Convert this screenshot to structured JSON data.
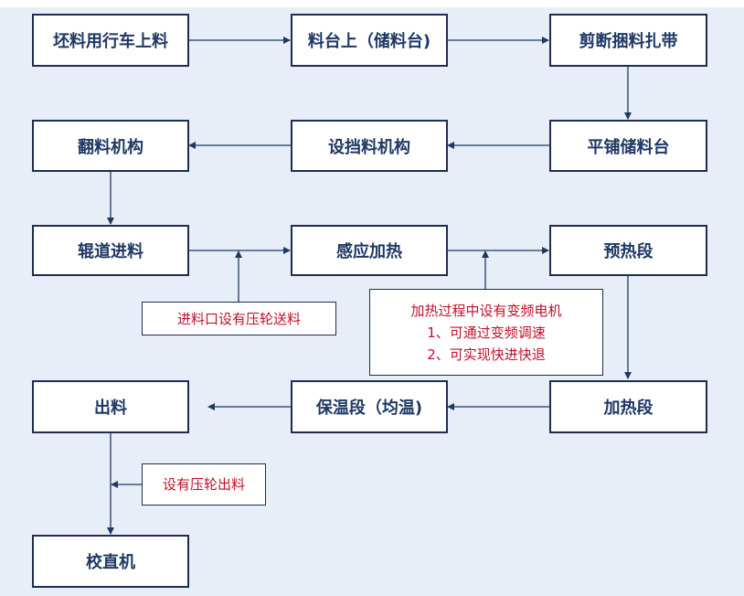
{
  "colors": {
    "background": "#e8eef7",
    "box_border": "#1f2d4e",
    "box_text": "#1f3864",
    "note_text": "#c0102a",
    "arrow": "#1f3864"
  },
  "steps": {
    "s1": "坯料用行车上料",
    "s2": "料台上（储料台)",
    "s3": "剪断捆料扎带",
    "s4": "平铺储料台",
    "s5": "设挡料机构",
    "s6": "翻料机构",
    "s7": "辊道进料",
    "s8": "感应加热",
    "s9": "预热段",
    "s10": "加热段",
    "s11": "保温段（均温)",
    "s12": "出料",
    "s13": "校直机"
  },
  "notes": {
    "feed": "进料口设有压轮送料",
    "heating": {
      "title": "加热过程中设有变频电机",
      "line1": "1、可通过变频调速",
      "line2": "2、可实现快进快退"
    },
    "discharge": "设有压轮出料"
  }
}
